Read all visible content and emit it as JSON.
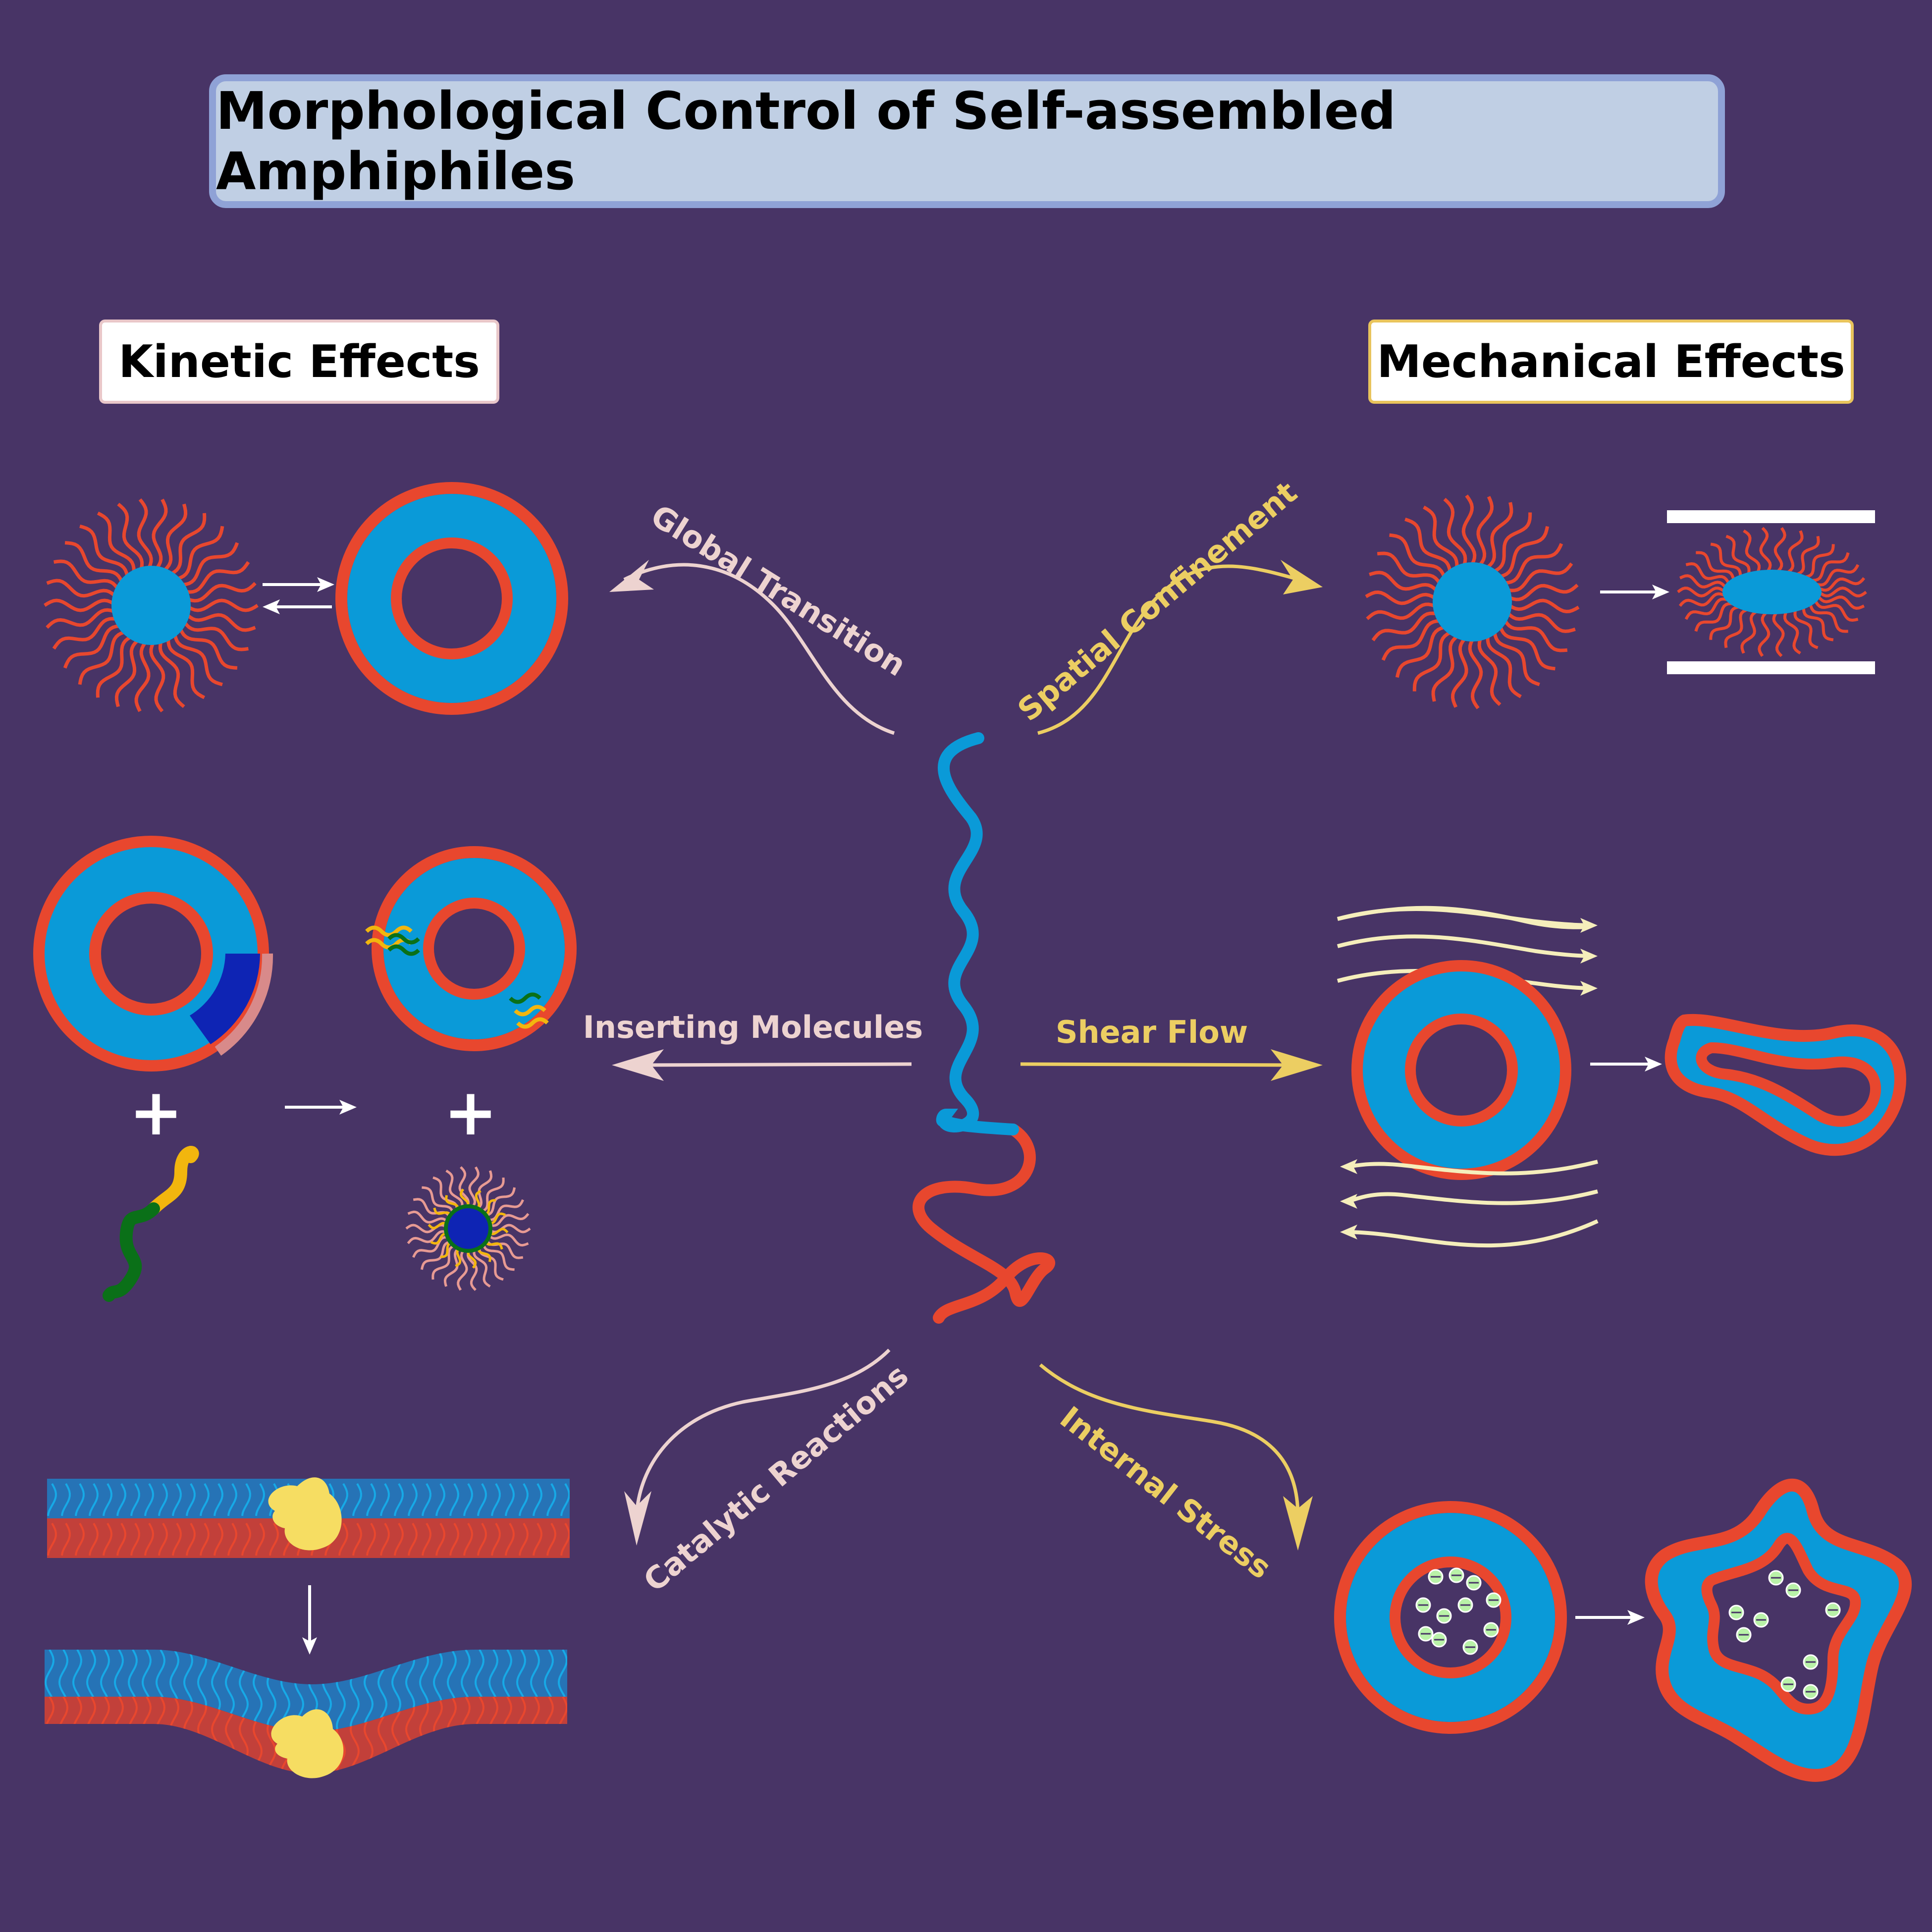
{
  "title": "Morphological Control of Self-assembled Amphiphiles",
  "sections": {
    "kinetic": "Kinetic Effects",
    "mechanical": "Mechanical Effects"
  },
  "arrows": {
    "global_transition": "Global Transition",
    "spatial_confinement": "Spatial Confinement",
    "inserting_molecules": "Inserting Molecules",
    "shear_flow": "Shear Flow",
    "catalytic_reactions": "Catalytic Reactions",
    "internal_stress": "Internal Stress"
  },
  "symbols": {
    "plus": "+"
  },
  "colors": {
    "background": "#483466",
    "hydrophilic": "#e8472e",
    "hydrophobic": "#0a9ad8",
    "kinetic_accent": "#edd3d0",
    "mechanical_accent": "#ecce62",
    "flow_lines": "#f5eebb"
  }
}
